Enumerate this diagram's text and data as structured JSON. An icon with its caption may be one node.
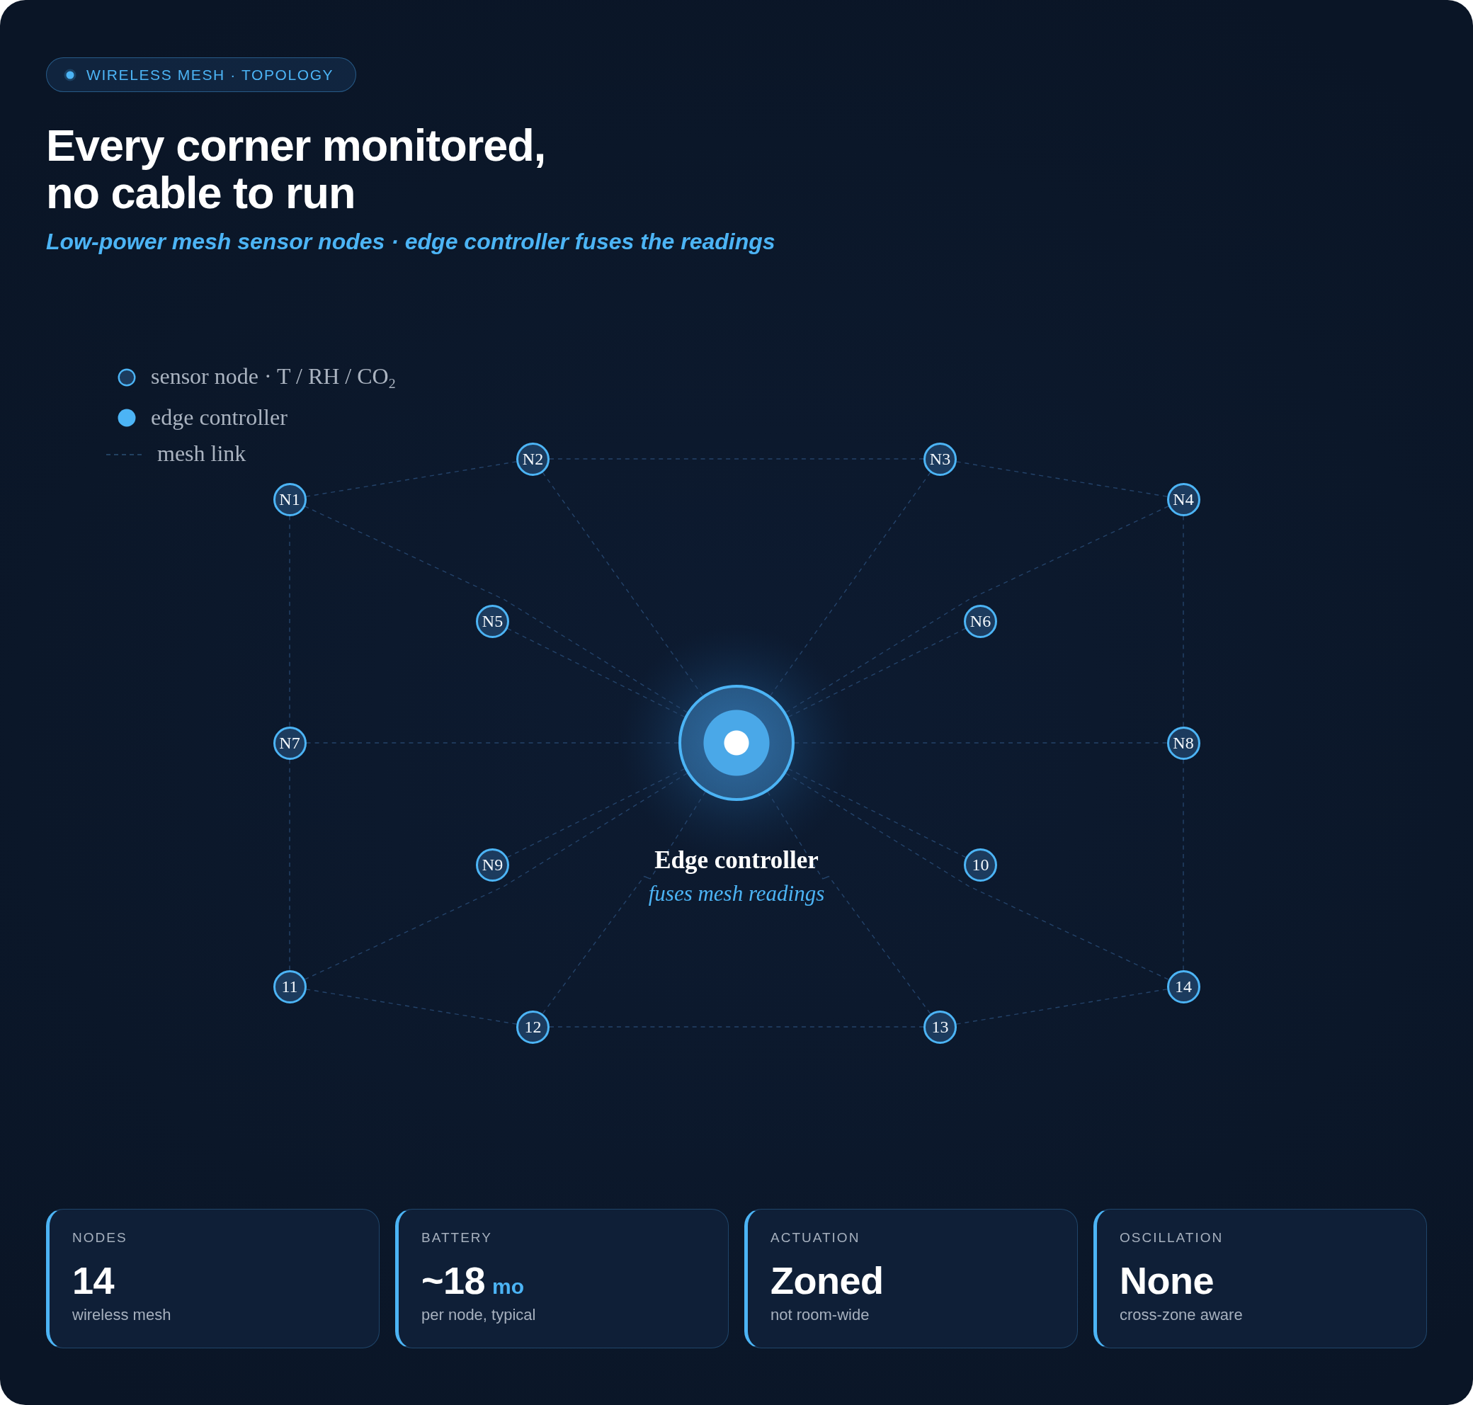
{
  "diagram": {
    "title": "Every corner monitored, no cable to run",
    "nodes": [
      {
        "text": [
          "WIRELESS MESH · TOPOLOGY"
        ]
      },
      {
        "text": [
          "N1"
        ]
      },
      {
        "text": [
          "N2"
        ]
      },
      {
        "text": [
          "N3"
        ]
      },
      {
        "text": [
          "N4"
        ]
      },
      {
        "text": [
          "N5"
        ]
      },
      {
        "text": [
          "N6"
        ]
      },
      {
        "text": [
          "N7"
        ]
      },
      {
        "text": [
          "N8"
        ]
      },
      {
        "text": [
          "N9"
        ]
      },
      {
        "text": [
          "10"
        ]
      },
      {
        "text": [
          "11"
        ]
      },
      {
        "text": [
          "12"
        ]
      },
      {
        "text": [
          "13"
        ]
      },
      {
        "text": [
          "14"
        ]
      },
      {
        "text": [
          "Edge controller",
          "fuses mesh readings"
        ]
      },
      {
        "text": [
          "NODES",
          "14",
          "wireless mesh"
        ]
      },
      {
        "text": [
          "BATTERY",
          "~18",
          "mo",
          "per node, typical"
        ]
      },
      {
        "text": [
          "ACTUATION",
          "Zoned",
          "not room-wide"
        ]
      },
      {
        "text": [
          "OSCILLATION",
          "None",
          "cross-zone aware"
        ]
      }
    ],
    "edges": [
      {
        "from": 1,
        "to": 2,
        "arrow": "none",
        "style": "dashed"
      },
      {
        "from": 2,
        "to": 3,
        "arrow": "none",
        "style": "dashed"
      },
      {
        "from": 3,
        "to": 4,
        "arrow": "none",
        "style": "dashed"
      },
      {
        "from": 1,
        "to": 7,
        "arrow": "none",
        "style": "dashed"
      },
      {
        "from": 4,
        "to": 8,
        "arrow": "none",
        "style": "dashed"
      },
      {
        "from": 7,
        "to": 11,
        "arrow": "none",
        "style": "dashed"
      },
      {
        "from": 8,
        "to": 14,
        "arrow": "none",
        "style": "dashed"
      },
      {
        "from": 11,
        "to": 12,
        "arrow": "none",
        "style": "dashed"
      },
      {
        "from": 12,
        "to": 13,
        "arrow": "none",
        "style": "dashed"
      },
      {
        "from": 13,
        "to": 14,
        "arrow": "none",
        "style": "dashed"
      },
      {
        "from": 1,
        "to": 15,
        "arrow": "none",
        "style": "dashed"
      },
      {
        "from": 2,
        "to": 15,
        "arrow": "none",
        "style": "dashed"
      },
      {
        "from": 3,
        "to": 15,
        "arrow": "none",
        "style": "dashed"
      },
      {
        "from": 4,
        "to": 15,
        "arrow": "none",
        "style": "dashed"
      },
      {
        "from": 5,
        "to": 15,
        "arrow": "none",
        "style": "dashed"
      },
      {
        "from": 6,
        "to": 15,
        "arrow": "none",
        "style": "dashed"
      },
      {
        "from": 7,
        "to": 15,
        "arrow": "none",
        "style": "dashed"
      },
      {
        "from": 8,
        "to": 15,
        "arrow": "none",
        "style": "dashed"
      },
      {
        "from": 9,
        "to": 15,
        "arrow": "none",
        "style": "dashed"
      },
      {
        "from": 10,
        "to": 15,
        "arrow": "none",
        "style": "dashed"
      },
      {
        "from": 11,
        "to": 15,
        "arrow": "none",
        "style": "dashed"
      },
      {
        "from": 12,
        "to": 15,
        "arrow": "none",
        "style": "dashed"
      },
      {
        "from": 13,
        "to": 15,
        "arrow": "none",
        "style": "dashed"
      },
      {
        "from": 14,
        "to": 15,
        "arrow": "none",
        "style": "dashed"
      }
    ],
    "labels": [
      "Low-power mesh sensor nodes · edge controller fuses the readings"
    ],
    "legend": [
      {
        "text": "sensor node · T / RH / CO$_{2}$"
      },
      {
        "text": "edge controller",
        "color": "#4cb4f5"
      },
      {
        "text": "mesh link"
      }
    ]
  }
}
